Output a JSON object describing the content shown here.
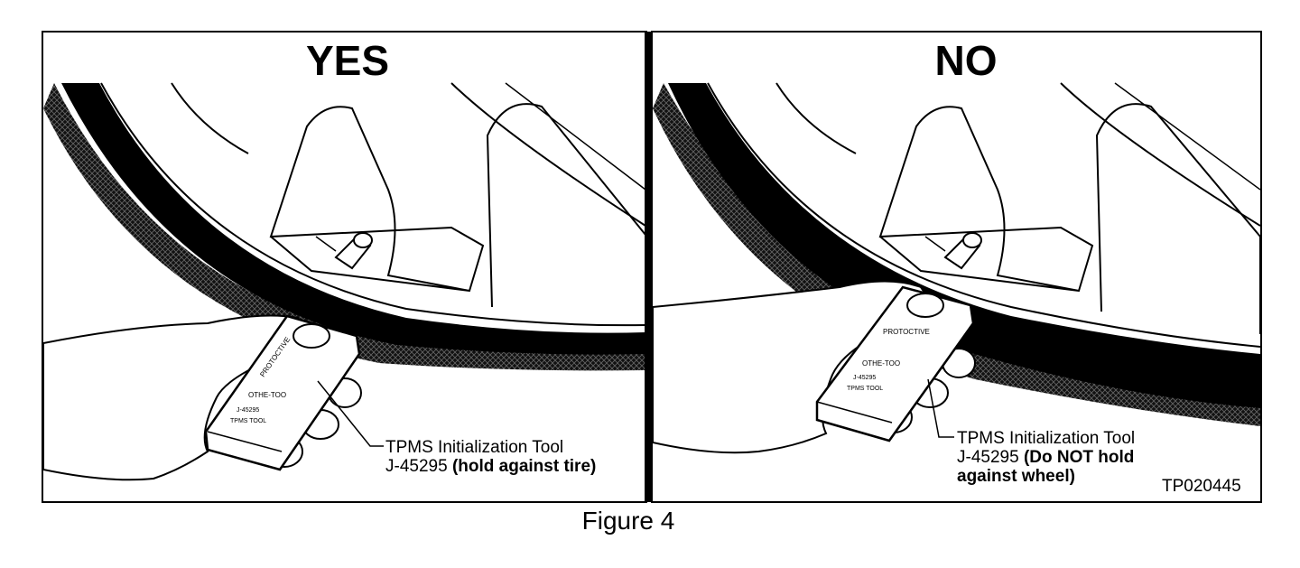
{
  "panels": [
    {
      "title": "YES",
      "callout_line1": "TPMS Initialization Tool",
      "callout_line2_plain": "J-45295 ",
      "callout_line2_bold": "(hold against tire)",
      "callout_line3_bold": ""
    },
    {
      "title": "NO",
      "callout_line1": "TPMS Initialization Tool",
      "callout_line2_plain": "J-45295 ",
      "callout_line2_bold": "(Do NOT hold",
      "callout_line3_bold": "against wheel)"
    }
  ],
  "tool_labels": {
    "brand": "PROTOCTIVE",
    "button": "OTHE-TOO",
    "model": "J-45295",
    "footer": "TPMS TOOL"
  },
  "reference_code": "TP020445",
  "caption": "Figure 4"
}
